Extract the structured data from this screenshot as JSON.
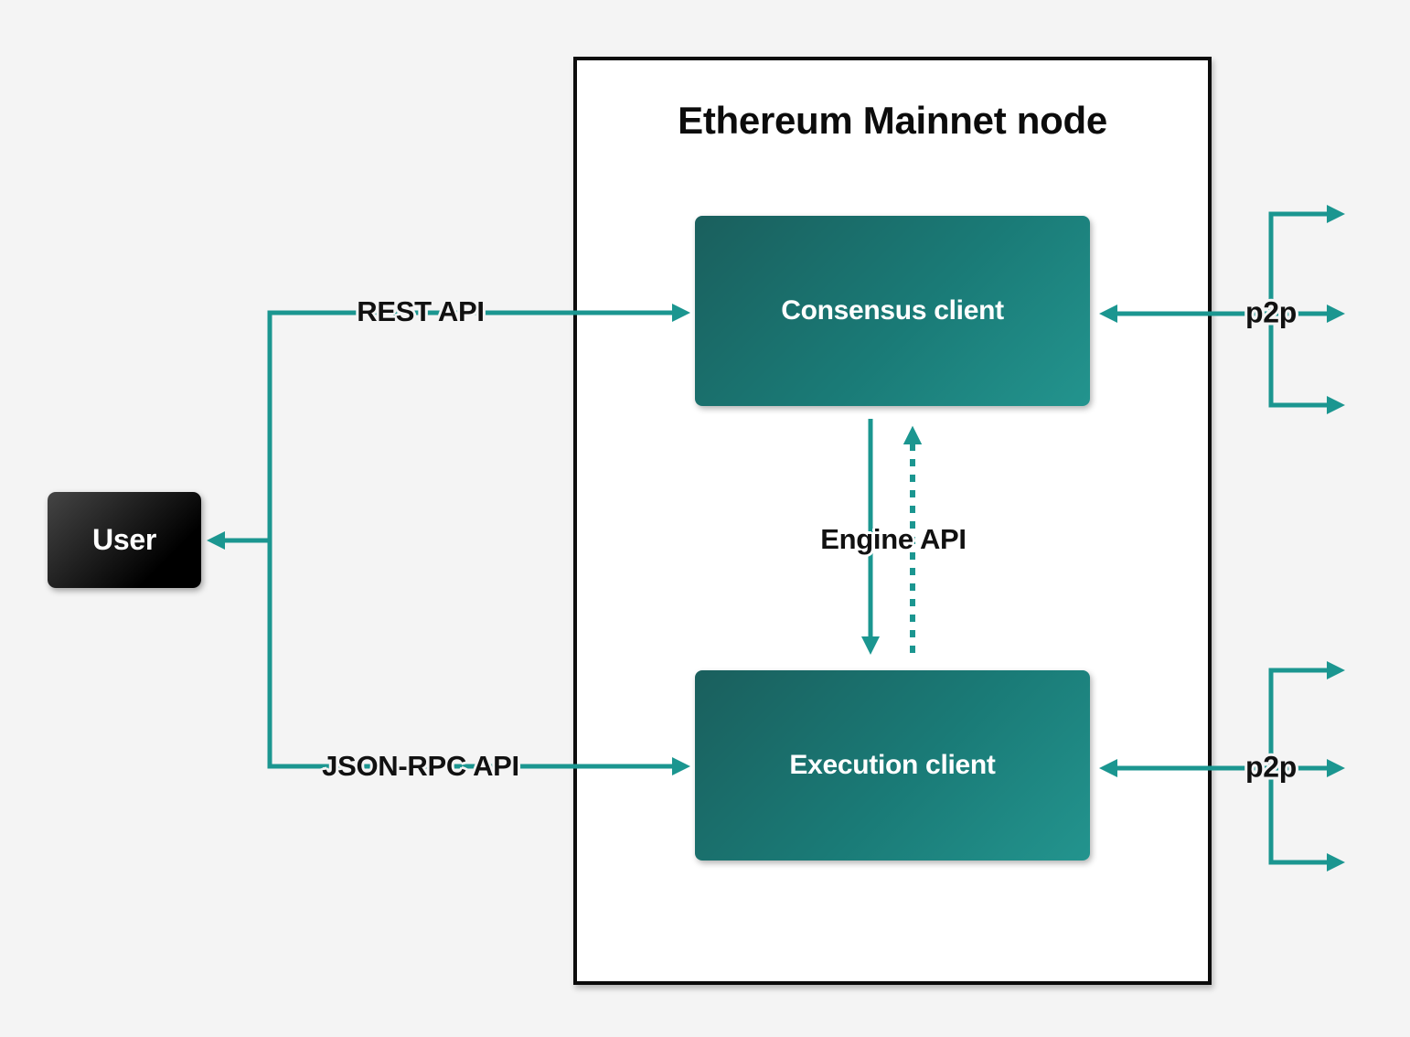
{
  "title": "Ethereum Mainnet node",
  "nodes": {
    "user": "User",
    "consensus": "Consensus client",
    "execution": "Execution client"
  },
  "labels": {
    "rest_api": "REST API",
    "json_rpc_api": "JSON-RPC API",
    "engine_api": "Engine API",
    "p2p_top": "p2p",
    "p2p_bottom": "p2p"
  },
  "colors": {
    "page-bg": "#f4f4f4",
    "panel-bg": "#ffffff",
    "panel-border": "#0c0c0c",
    "accent": "#1b9690",
    "ink": "#111111",
    "client-grad-start": "#1a5f5d",
    "client-grad-mid": "#1a7b77",
    "client-grad-end": "#23948e",
    "user-grad-start": "#454545",
    "user-grad-end": "#000000",
    "text-on-dark": "#ffffff"
  }
}
